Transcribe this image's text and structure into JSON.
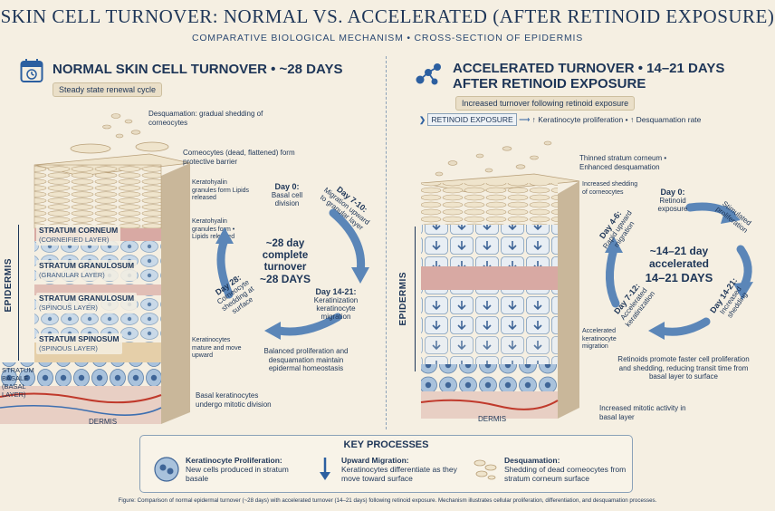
{
  "header": {
    "title": "SKIN CELL TURNOVER: NORMAL VS. ACCELERATED (AFTER RETINOID EXPOSURE)",
    "subtitle": "COMPARATIVE BIOLOGICAL MECHANISM • CROSS-SECTION OF EPIDERMIS"
  },
  "left": {
    "heading": "NORMAL SKIN CELL TURNOVER • ~28 DAYS",
    "tag": "Steady state renewal cycle",
    "notes": {
      "desquamation": "Desquamation: gradual shedding of corneocytes",
      "corneocytes": "Corneocytes (dead, flattened) form protective barrier",
      "keratohyalin1": "Keratohyalin granules form Lipids released",
      "keratohyalin2": "Keratohyalin granules form • Lipids released",
      "mature": "Keratinocytes mature and move upward",
      "basal": "Basal keratinocytes undergo mitotic division",
      "balanced": "Balanced proliferation and desquamation maintain epidermal homeostasis"
    },
    "layers": [
      {
        "name": "STRATUM CORNEUM",
        "sub": "(CORNEIFIED LAYER)"
      },
      {
        "name": "STRATUM GRANULOSUM",
        "sub": "(GRANULAR LAYER)"
      },
      {
        "name": "STRATUM GRANULOSUM",
        "sub": "(SPINOUS LAYER)"
      },
      {
        "name": "STRATUM SPINOSUM",
        "sub": "(SPINOUS LAYER)"
      }
    ],
    "basale": [
      "STRATUM",
      "BASALE",
      "(BASAL",
      "LAYER)"
    ],
    "epidermis": "EPIDERMIS",
    "dermis": "DERMIS",
    "cycle": {
      "day0": "Day 0:",
      "day0_desc": "Basal cell division",
      "day710": "Day 7-10:",
      "day710_desc": "Migration upward to granular layer",
      "day1421": "Day 14-21:",
      "day1421_desc": "Keratinization keratinocyte migration",
      "day28": "Day 28:",
      "day28_desc": "Corneocyte shedding at surface",
      "center_l1": "~28 day",
      "center_l2": "complete",
      "center_l3": "turnover",
      "center_l4": "~28 DAYS"
    }
  },
  "right": {
    "heading_l1": "ACCELERATED TURNOVER • 14–21 DAYS",
    "heading_l2": "AFTER RETINOID EXPOSURE",
    "tag": "Increased turnover following retinoid exposure",
    "exposure": "RETINOID EXPOSURE",
    "exposure_effects": "↑ Keratinocyte proliferation • ↑ Desquamation rate",
    "notes": {
      "thinned": "Thinned stratum corneum • Enhanced desquamation",
      "increased_shedding": "Increased shedding of corneocytes",
      "accelerated_migration": "Accelerated keratinocyte migration",
      "retinoids": "Retinoids promote faster cell proliferation and shedding, reducing transit time from basal layer to surface",
      "mitotic": "Increased mitotic activity in basal layer"
    },
    "epidermis": "EPIDERMIS",
    "dermis": "DERMIS",
    "cycle": {
      "day0": "Day 0:",
      "day0_desc": "Retinoid exposure",
      "stimulated": "Stimulated proliferation",
      "day46": "Day 4-6:",
      "day46_desc": "Rapid upward migration",
      "day712": "Day 7-12:",
      "day712_desc": "Accelerated keratinization",
      "day1421": "Day 14-21:",
      "day1421_desc": "Increased shedding",
      "center_l1": "~14–21 day",
      "center_l2": "accelerated",
      "center_l3": "14–21 DAYS"
    }
  },
  "key": {
    "title": "KEY PROCESSES",
    "items": [
      {
        "name": "Keratinocyte Proliferation:",
        "desc": "New cells produced in stratum basale"
      },
      {
        "name": "Upward Migration:",
        "desc": "Keratinocytes differentiate as they move toward surface"
      },
      {
        "name": "Desquamation:",
        "desc": "Shedding of dead corneocytes from stratum corneum surface"
      }
    ]
  },
  "caption": "Figure: Comparison of normal epidermal turnover (~28 days) with accelerated turnover (14–21 days) following retinoid exposure. Mechanism illustrates cellular proliferation, differentiation, and desquamation processes.",
  "colors": {
    "navy": "#1d3557",
    "background": "#f5efe2",
    "arrow_blue": "#5b86b8",
    "cell_blue": "#b8cde0",
    "corneum_tan": "#e8dcc4",
    "dermis_pink": "#d9a7a0"
  }
}
